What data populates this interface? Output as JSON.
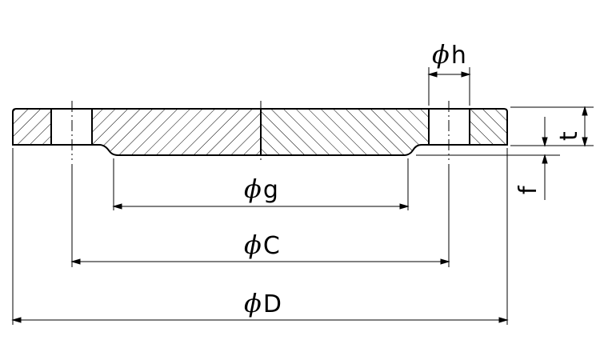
{
  "labels": {
    "phi_symbol": "ϕ",
    "h": "h",
    "g": "g",
    "C": "C",
    "D": "D",
    "t": "t",
    "f": "f"
  },
  "colors": {
    "line": "#000000",
    "background": "#ffffff"
  }
}
